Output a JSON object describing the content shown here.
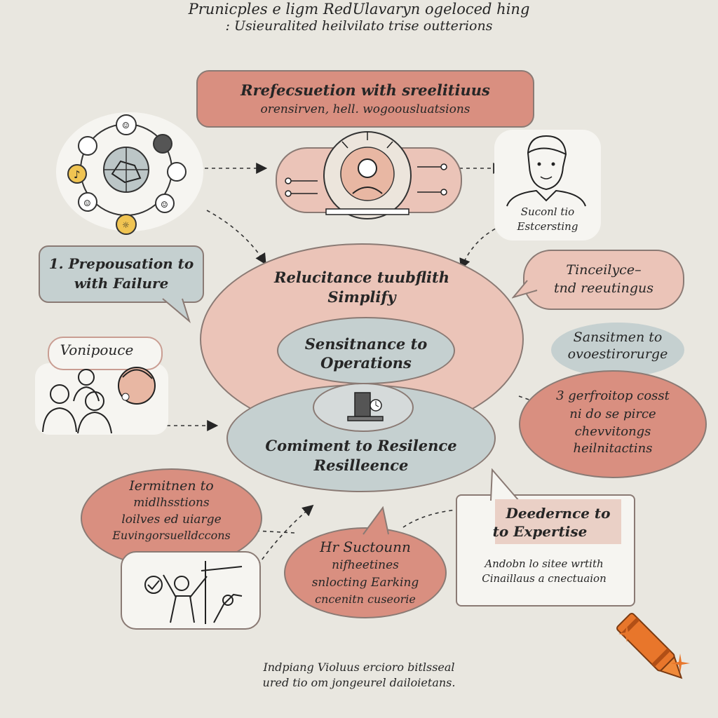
{
  "title": {
    "line1": "Prunicples e ligm RedUlavaryn ogeloced hing",
    "line2": ": Usieuralited heilvilato trise outterions"
  },
  "top_banner": {
    "heading": "Rrefecsuetion with sreelitiuus",
    "subheading": "orensirven, hell. wogoousluatsions"
  },
  "person_card": {
    "line1": "Suconl tio",
    "line2": "Estcersting"
  },
  "bubble_preoccupation": {
    "line1": "1. Prepousation to",
    "line2": "with Failure"
  },
  "big_circle": {
    "line1": "Relucitance tuubflith",
    "line2": "Simplify"
  },
  "sensitivity_center": {
    "line1": "Sensitnance to",
    "line2": "Operations"
  },
  "resilience_center": {
    "line1": "Comiment to Resilence",
    "line2": "Resilleence"
  },
  "right_bubble_top": {
    "line1": "Tinceilyce–",
    "line2": "tnd reeutingus"
  },
  "right_sensitivity": {
    "line1": "Sansitmen to",
    "line2": "ovoestirorurge"
  },
  "right_circle": {
    "line1": "3 gerfroitop cosst",
    "line2": "ni do se pirce",
    "line3": "chevvitongs",
    "line4": "heilnitactins"
  },
  "left_group": {
    "label": "Vonipouce"
  },
  "bottom_left_circle": {
    "line1": "Iermitnen to",
    "line2": "midlhsstions",
    "line3": "loilves ed uiarge",
    "line4": "Euvingorsuelldccons"
  },
  "bottom_center_bubble": {
    "line1": "Hr Suctounn",
    "line2": "nifheetines",
    "line3": "snlocting Earking",
    "line4": "cncenitn cuseorie"
  },
  "deference_card": {
    "heading1": "Deedernce to",
    "heading2": "to Expertise",
    "body1": "Andobn lo sitee wrtith",
    "body2": "Cinaillaus a cnectuaion"
  },
  "footer": {
    "line1": "Indpiang Violuus ercioro bitlsseal",
    "line2": "ured tio om jongeurel dailoietans."
  },
  "colors": {
    "background": "#e9e7e0",
    "salmon": "#d98f80",
    "pink": "#ebc4b8",
    "blue_gray": "#c5d0d0",
    "crayon": "#e8762b"
  },
  "icons": [
    "network-wheel-icon",
    "teacher-icon",
    "man-portrait-icon",
    "people-group-icon",
    "laptop-icon",
    "whiteboard-presentation-icon",
    "crayon-icon",
    "sparkle-icon"
  ]
}
